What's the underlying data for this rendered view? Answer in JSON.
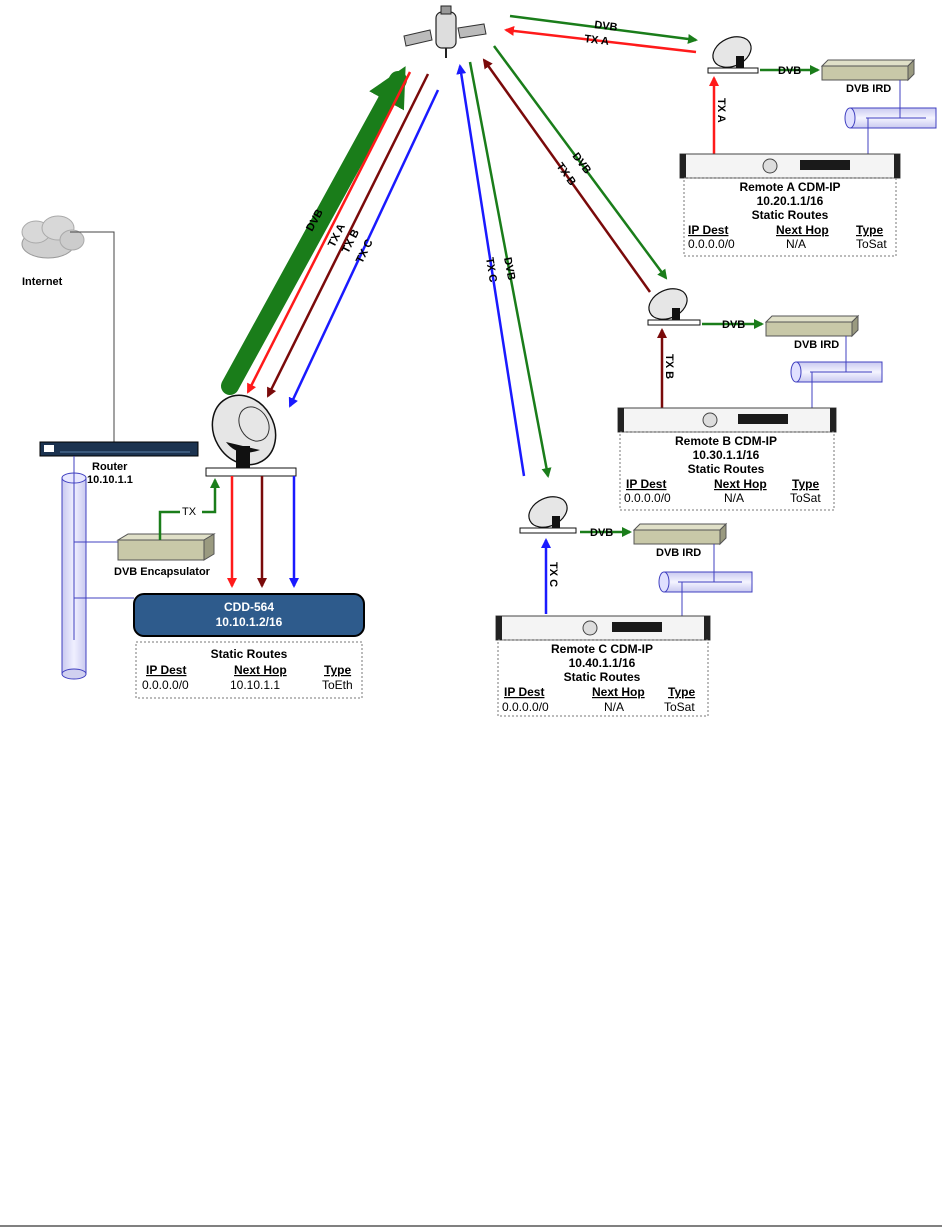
{
  "internet": {
    "label": "Internet"
  },
  "router": {
    "label": "Router",
    "ip": "10.10.1.1"
  },
  "encapsulator": {
    "label": "DVB Encapsulator"
  },
  "tx_label": "TX",
  "hub": {
    "name": "CDD-564",
    "ip": "10.10.1.2/16",
    "routes_title": "Static Routes",
    "headers": [
      "IP Dest",
      "Next Hop",
      "Type"
    ],
    "row": [
      "0.0.0.0/0",
      "10.10.1.1",
      "ToEth"
    ]
  },
  "uplink_labels": {
    "dvb": "DVB",
    "txa": "TX A",
    "txb": "TX B",
    "txc": "TX C"
  },
  "remote_a": {
    "title": "Remote A  CDM-IP",
    "ip": "10.20.1.1/16",
    "routes_title": "Static Routes",
    "headers": [
      "IP Dest",
      "Next Hop",
      "Type"
    ],
    "row": [
      "0.0.0.0/0",
      "N/A",
      "ToSat"
    ],
    "ird": "DVB IRD",
    "dvb": "DVB",
    "tx": "TX A"
  },
  "remote_b": {
    "title": "Remote B  CDM-IP",
    "ip": "10.30.1.1/16",
    "routes_title": "Static Routes",
    "headers": [
      "IP Dest",
      "Next Hop",
      "Type"
    ],
    "row": [
      "0.0.0.0/0",
      "N/A",
      "ToSat"
    ],
    "ird": "DVB IRD",
    "dvb": "DVB",
    "tx": "TX B"
  },
  "remote_c": {
    "title": "Remote C  CDM-IP",
    "ip": "10.40.1.1/16",
    "routes_title": "Static Routes",
    "headers": [
      "IP Dest",
      "Next Hop",
      "Type"
    ],
    "row": [
      "0.0.0.0/0",
      "N/A",
      "ToSat"
    ],
    "ird": "DVB IRD",
    "dvb": "DVB",
    "tx": "TX C"
  },
  "colors": {
    "dvb": "#1a7d1a",
    "tx_a": "#ff1a1a",
    "tx_b": "#7a0a0a",
    "tx_c": "#1a1aff",
    "hub_box": "#2e5b8c",
    "ethernet": "#4040c0",
    "device": "#c8c8a8"
  }
}
